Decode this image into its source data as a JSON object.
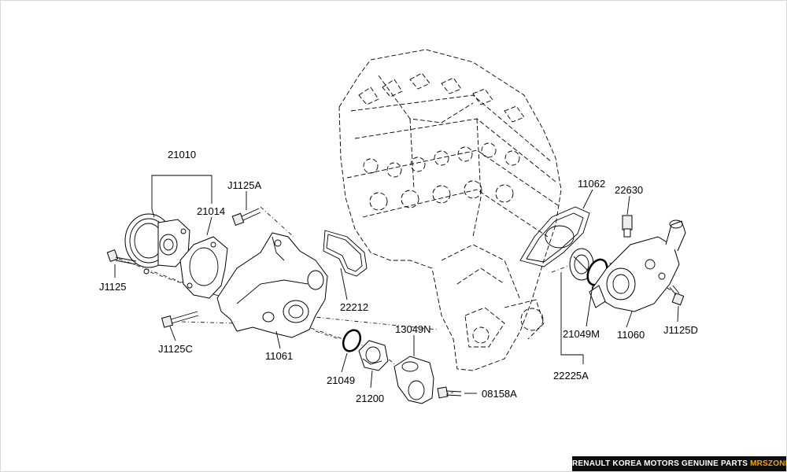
{
  "labels": {
    "p21010": "21010",
    "p21014": "21014",
    "pJ1125A": "J1125A",
    "pJ1125": "J1125",
    "pJ1125C": "J1125C",
    "p11061": "11061",
    "p22212": "22212",
    "p21049": "21049",
    "p21200": "21200",
    "p13049N": "13049N",
    "p08158A": "08158A",
    "p11062": "11062",
    "p22630": "22630",
    "p21049M": "21049M",
    "p11060": "11060",
    "pJ1125D": "J1125D",
    "p22225A": "22225A"
  },
  "watermark": {
    "main": "RENAULT KOREA MOTORS GENUINE PARTS ",
    "accent": "MRSZONE"
  },
  "colors": {
    "background": "#ffffff",
    "line": "#000000",
    "watermark_bg": "#0e0e0e",
    "watermark_accent": "#f2a20c"
  }
}
